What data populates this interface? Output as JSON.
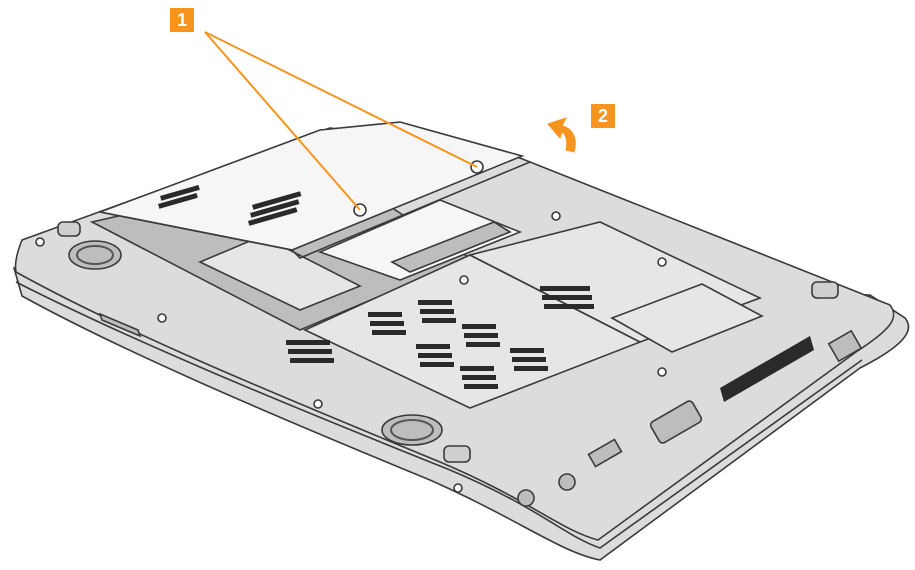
{
  "callouts": [
    {
      "label": "1",
      "meaning": "screws"
    },
    {
      "label": "2",
      "meaning": "lift cover"
    }
  ],
  "colors": {
    "accent": "#f7941d",
    "body_fill": "#dcdcdc",
    "panel_fill": "#e6e6e6",
    "cover_fill": "#f6f6f6",
    "outline": "#3a3a3a",
    "vent": "#2a2a2a"
  },
  "icons": [
    "screw-icon",
    "speaker-grille-icon",
    "vga-port-icon",
    "usb-port-icon",
    "ethernet-port-icon",
    "audio-jack-icon",
    "rubber-foot-icon",
    "lift-arrow-icon"
  ]
}
